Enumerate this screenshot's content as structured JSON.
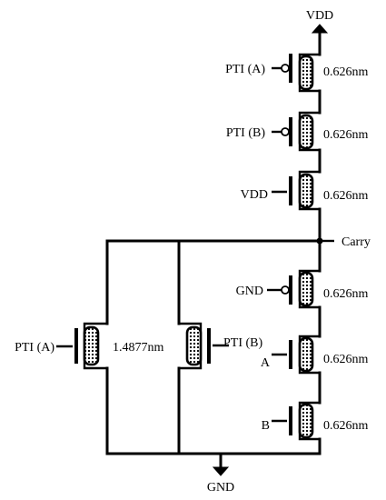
{
  "labels": {
    "vdd_top": "VDD",
    "gnd_bottom": "GND",
    "carry": "Carry"
  },
  "transistors": [
    {
      "id": "p1",
      "gate": "PTI (A)",
      "width": "0.626nm"
    },
    {
      "id": "p2",
      "gate": "PTI (B)",
      "width": "0.626nm"
    },
    {
      "id": "p3",
      "gate": "VDD",
      "width": "0.626nm"
    },
    {
      "id": "n1",
      "gate": "GND",
      "width": "0.626nm"
    },
    {
      "id": "n2",
      "gate": "A",
      "width": "0.626nm"
    },
    {
      "id": "n3",
      "gate": "B",
      "width": "0.626nm"
    },
    {
      "id": "pl",
      "gate": "PTI (A)",
      "width": "1.4877nm"
    },
    {
      "id": "pm",
      "gate": "PTI (B)",
      "width": ""
    }
  ]
}
